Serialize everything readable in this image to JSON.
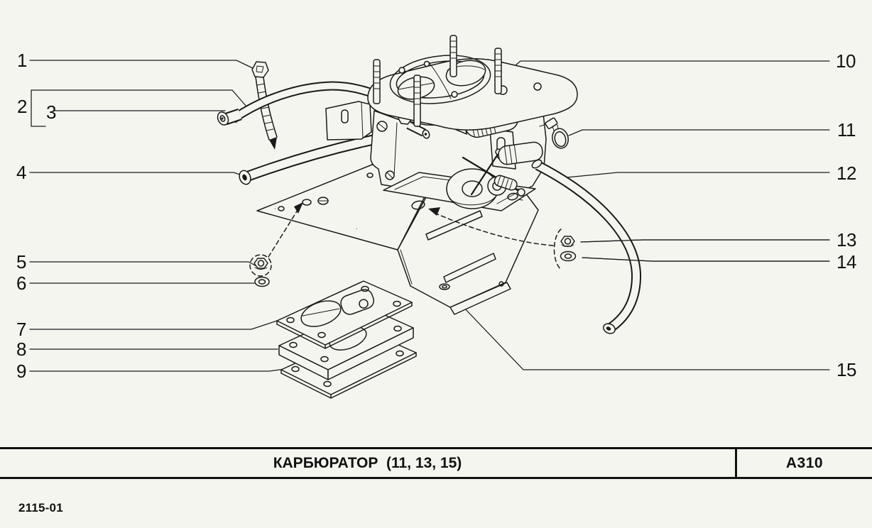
{
  "page": {
    "background_color": "#f5f5f0",
    "line_color": "#1a1a1a"
  },
  "callouts": [
    {
      "label": "1"
    },
    {
      "label": "2"
    },
    {
      "label": "3"
    },
    {
      "label": "4"
    },
    {
      "label": "5"
    },
    {
      "label": "6"
    },
    {
      "label": "7"
    },
    {
      "label": "8"
    },
    {
      "label": "9"
    },
    {
      "label": "10"
    },
    {
      "label": "11"
    },
    {
      "label": "12"
    },
    {
      "label": "13"
    },
    {
      "label": "14"
    },
    {
      "label": "15"
    }
  ],
  "title_block": {
    "title": "КАРБЮРАТОР  (11, 13, 15)",
    "code": "А310"
  },
  "footer": {
    "doc_number": "2115-01"
  }
}
